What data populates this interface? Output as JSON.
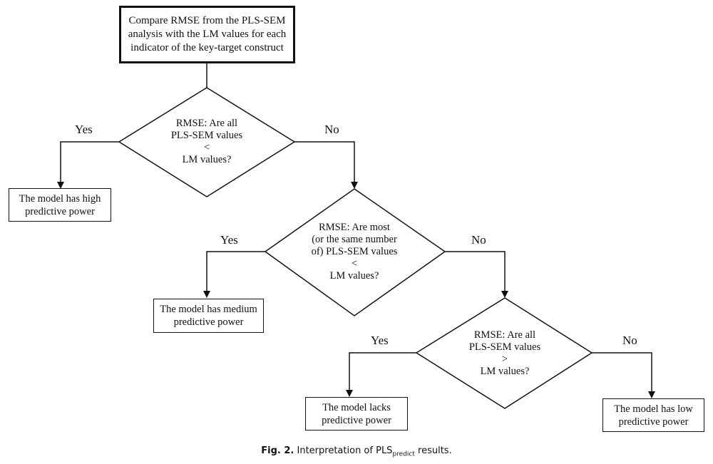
{
  "start_box": {
    "lines": [
      "Compare RMSE from the PLS-SEM",
      "analysis with the LM values for each",
      "indicator of the key-target construct"
    ]
  },
  "decision1": {
    "lines": [
      "RMSE: Are all",
      "PLS-SEM values",
      "<",
      "LM values?"
    ],
    "yes": "Yes",
    "no": "No"
  },
  "decision2": {
    "lines": [
      "RMSE: Are most",
      "(or the same number",
      "of) PLS-SEM values",
      "<",
      "LM values?"
    ],
    "yes": "Yes",
    "no": "No"
  },
  "decision3": {
    "lines": [
      "RMSE: Are all",
      "PLS-SEM values",
      ">",
      "LM values?"
    ],
    "yes": "Yes",
    "no": "No"
  },
  "outcomes": {
    "high": [
      "The model has high",
      "predictive power"
    ],
    "medium": [
      "The model has medium",
      "predictive power"
    ],
    "lacks": [
      "The model lacks",
      "predictive power"
    ],
    "low": [
      "The model has low",
      "predictive power"
    ]
  },
  "caption": {
    "label": "Fig. 2.",
    "text_before": "Interpretation of PLS",
    "subscript": "predict",
    "text_after": "results."
  }
}
